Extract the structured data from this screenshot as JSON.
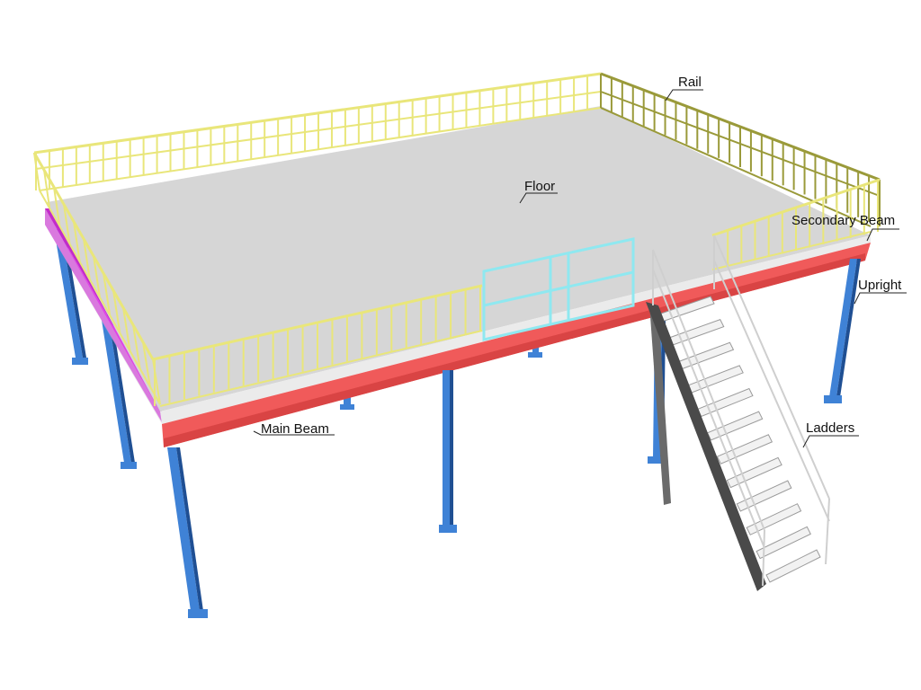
{
  "labels": {
    "rail": "Rail",
    "floor": "Floor",
    "secondary_beam": "Secondary Beam",
    "upright": "Upright",
    "main_beam": "Main Beam",
    "ladders": "Ladders"
  },
  "colors": {
    "floor_top": "#d6d6d6",
    "floor_edge": "#e8e8e8",
    "main_beam": "#f05a5a",
    "secondary_beam": "#e040e8",
    "upright": "#3f82d6",
    "upright_dark": "#1f4f93",
    "rail": "#e9e67a",
    "rail_dark": "#9a9a3a",
    "gate": "#8fe8f0",
    "stair_stringer": "#555555",
    "stair_tread": "#f2f2f2"
  }
}
